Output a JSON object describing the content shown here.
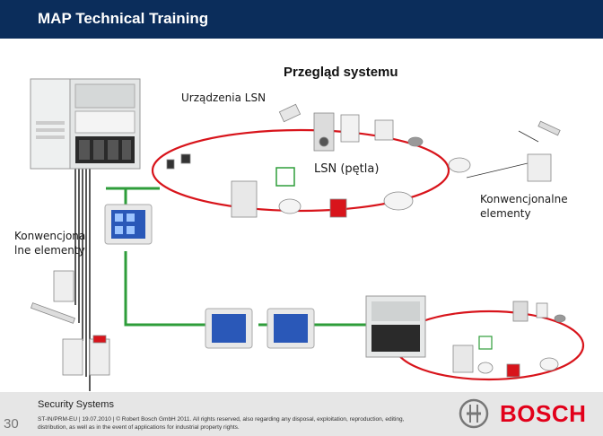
{
  "header": {
    "title": "MAP Technical Training"
  },
  "diagram": {
    "heading": "Przegląd systemu",
    "lsn_devices_label": "Urządzenia LSN",
    "lsn_loop_label": "LSN (pętla)",
    "conventional_right_label": [
      "Konwencjonalne",
      "elementy"
    ],
    "conventional_left_label": [
      "Konwencjona",
      "lne elementy"
    ]
  },
  "footer": {
    "subtitle": "Security Systems",
    "page_number": "30",
    "copyright_line1": "ST-IN/PRM-EU | 19.07.2010 | © Robert Bosch GmbH 2011. All rights reserved, also regarding any disposal, exploitation, reproduction, editing,",
    "copyright_line2": "distribution, as well as in the event of applications for industrial property rights.",
    "brand": "BOSCH"
  },
  "colors": {
    "header_bg": "#0b2d5b",
    "loop_red": "#d8141b",
    "wire_green": "#2e9d3a",
    "brand_red": "#e2001a"
  }
}
